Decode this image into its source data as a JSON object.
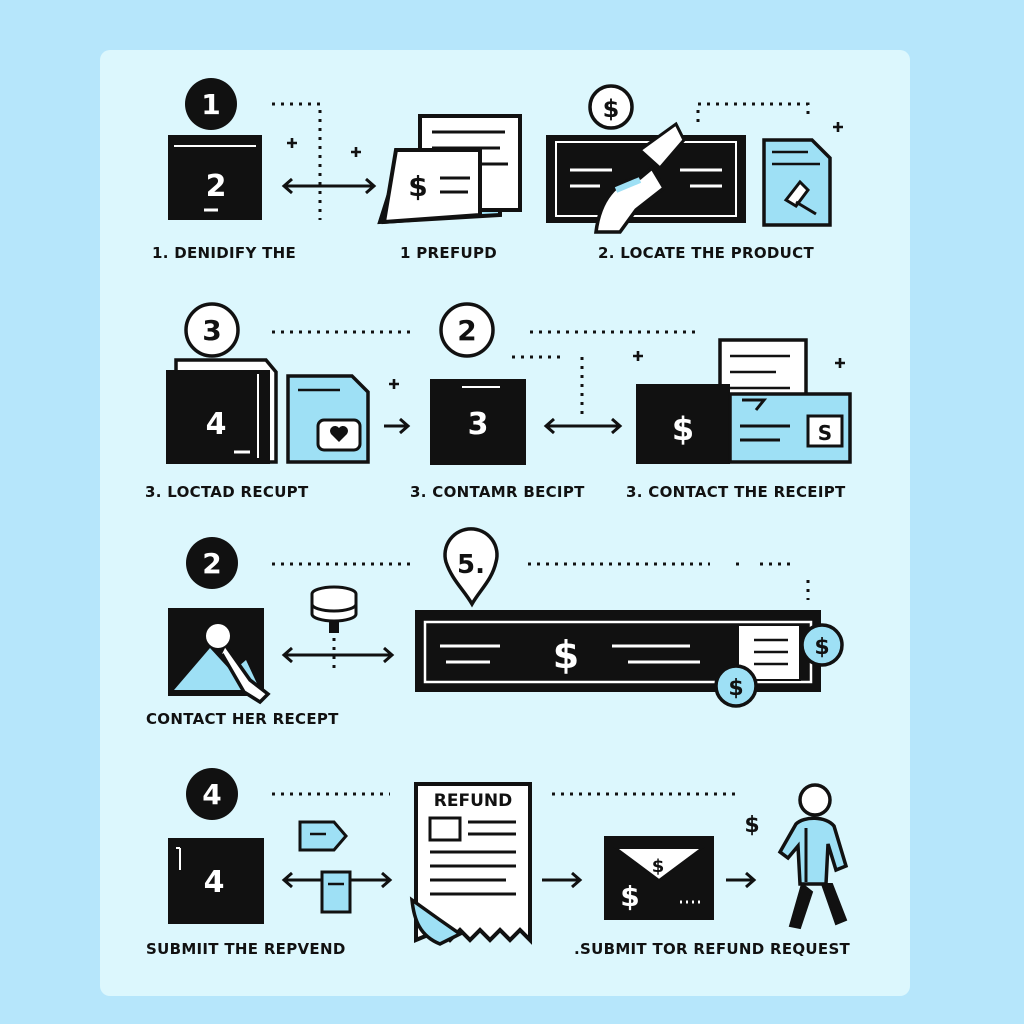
{
  "colors": {
    "background": "#b6e6fb",
    "panel": "#dcf7fd",
    "accent": "#9ee0f5",
    "ink": "#111111"
  },
  "rows": [
    {
      "badge": "1",
      "tiles": [
        {
          "icon": "monitor-icon",
          "number": "2"
        },
        {
          "icon": "documents-icon"
        },
        {
          "icon": "coin-icon",
          "number": "$"
        }
      ],
      "captions": [
        "1. DENIDIFY THE",
        "1 PREFUPD",
        "2. LOCATE THE PRODUCT"
      ]
    },
    {
      "badges": [
        "3",
        "2"
      ],
      "tiles": [
        {
          "icon": "folder-icon",
          "number": "4"
        },
        {
          "icon": "monitor-icon",
          "number": "3"
        },
        {
          "icon": "wallet-icon",
          "number": "$"
        }
      ],
      "captions": [
        "3. LOCTAD RECUPT",
        "3. CONTAMR BECIPT",
        "3. CONTACT THE RECEIPT"
      ]
    },
    {
      "badges": [
        "2",
        "5."
      ],
      "tiles": [
        {
          "icon": "photo-icon"
        },
        {
          "icon": "payment-bar-icon",
          "number": "$"
        }
      ],
      "captions": [
        "CONTACT HER RECEPT"
      ]
    },
    {
      "badge": "4",
      "tiles": [
        {
          "icon": "monitor-icon",
          "number": "4"
        },
        {
          "icon": "refund-form-icon",
          "label": "REFUND"
        },
        {
          "icon": "envelope-icon",
          "number": "$"
        },
        {
          "icon": "person-walking-icon",
          "number": "$"
        }
      ],
      "captions": [
        "SUBMIIT THE REPVEND",
        ".SUBMIT TOR REFUND REQUEST"
      ]
    }
  ]
}
